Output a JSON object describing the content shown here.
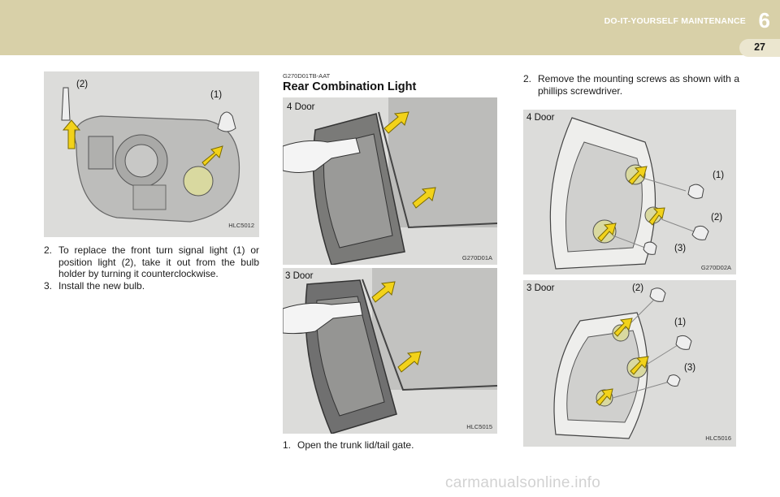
{
  "header": {
    "title": "DO-IT-YOURSELF MAINTENANCE",
    "chapter": "6",
    "page": "27"
  },
  "left": {
    "figure": {
      "code": "HLC5012",
      "callouts": [
        "(2)",
        "(1)"
      ]
    },
    "steps": [
      {
        "num": "2.",
        "text": "To replace the front turn signal light (1) or position light (2), take it out from the bulb holder by turning it counterclockwise."
      },
      {
        "num": "3.",
        "text": "Install the new bulb."
      }
    ]
  },
  "middle": {
    "section_code": "G270D01TB-AAT",
    "section_title": "Rear Combination Light",
    "figure_top": {
      "label": "4 Door",
      "code": "G270D01A"
    },
    "figure_bottom": {
      "label": "3 Door",
      "code": "HLC5015"
    },
    "step": {
      "num": "1.",
      "text": "Open the trunk lid/tail gate."
    }
  },
  "right": {
    "step": {
      "num": "2.",
      "text": "Remove the mounting screws as shown with a phillips screwdriver."
    },
    "figure_top": {
      "label": "4 Door",
      "code": "G270D02A",
      "callouts": [
        "(1)",
        "(2)",
        "(3)"
      ]
    },
    "figure_bottom": {
      "label": "3 Door",
      "code": "HLC5016",
      "callouts": [
        "(2)",
        "(1)",
        "(3)"
      ]
    }
  },
  "watermark": "carmanualsonline.info",
  "colors": {
    "header_band": "#d8d0a8",
    "page_tab": "#ebe6cf",
    "figure_bg": "#dcdcda",
    "arrow": "#f2d21a"
  }
}
